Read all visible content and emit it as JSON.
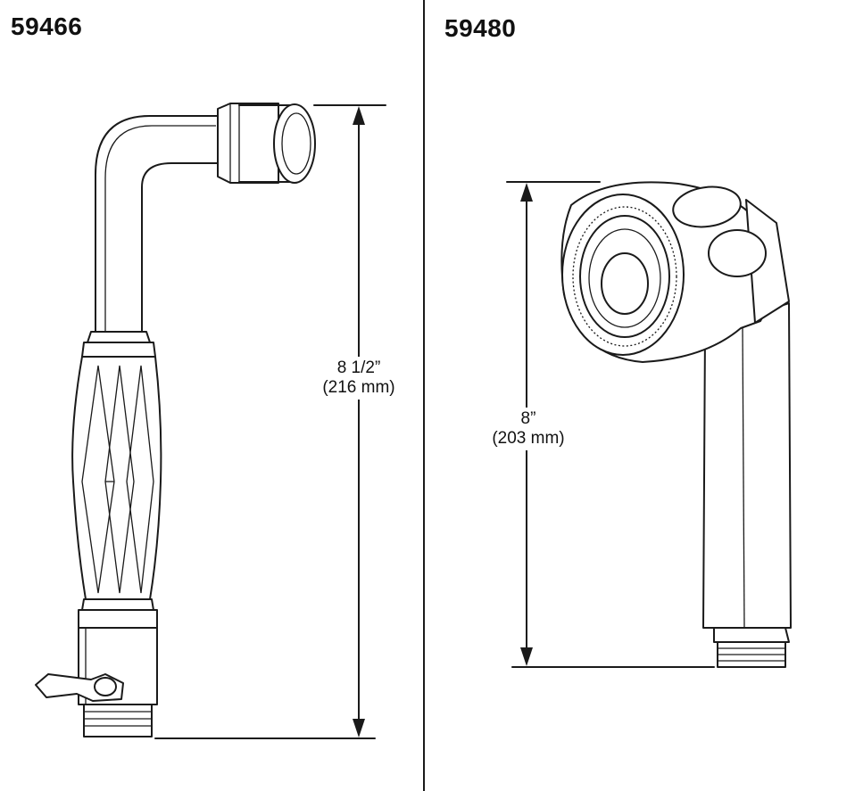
{
  "products": [
    {
      "model": "59466",
      "dimension_imperial": "8 1/2”",
      "dimension_metric": "(216 mm)",
      "illustration_icon": "hand-shower-wand-icon"
    },
    {
      "model": "59480",
      "dimension_imperial": "8”",
      "dimension_metric": "(203 mm)",
      "illustration_icon": "hand-shower-spray-head-icon"
    }
  ],
  "colors": {
    "line": "#1a1a1a",
    "background": "#ffffff"
  }
}
